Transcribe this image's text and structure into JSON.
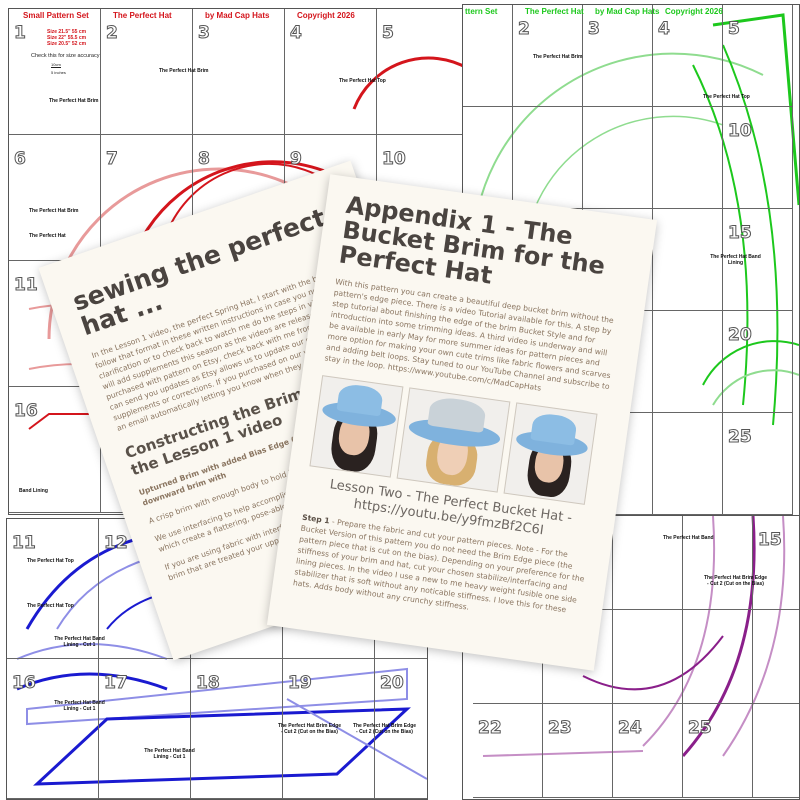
{
  "sheets": [
    {
      "id": "red",
      "color": "#d4151c",
      "light": "#e89a9a",
      "headers": [
        "Small  Pattern Set",
        "The Perfect Hat",
        "by Mad Cap Hats",
        "Copyright 2026"
      ],
      "sizes": [
        "Size 21.5\" 55 cm",
        "Size 22\" 55.5 cm",
        "Size 20.5\" 52 cm"
      ],
      "check": "Check this for size accuracy",
      "scale": [
        "10cm",
        "5 inches"
      ],
      "numbers": [
        "1",
        "2",
        "3",
        "4",
        "5",
        "6",
        "7",
        "8",
        "9",
        "10",
        "11",
        "",
        "",
        "",
        "",
        "16",
        "",
        "",
        "",
        ""
      ],
      "labels": [
        "The Perfect Hat Brim",
        "The Perfect Hat Top",
        "The Perfect Hat Brim",
        "The Perfect Hat",
        "The Perfect Hat Brim",
        "Band Lining"
      ]
    },
    {
      "id": "green",
      "color": "#1dc81d",
      "light": "#8fdc8f",
      "headers": [
        "ttern Set",
        "The Perfect Hat",
        "by Mad Cap Hats",
        "Copyright 2026"
      ],
      "numbers": [
        "",
        "2",
        "3",
        "4",
        "5",
        "",
        "",
        "",
        "",
        "10",
        "",
        "",
        "",
        "",
        "15",
        "",
        "",
        "",
        "",
        "20",
        "",
        "",
        "",
        "",
        "25"
      ],
      "labels": [
        "The Perfect Hat Brim",
        "The Perfect Hat Top",
        "The Perfect Hat Band Lining"
      ]
    },
    {
      "id": "blue",
      "color": "#1a1ad0",
      "light": "#8e8ee6",
      "numbers": [
        "11",
        "12",
        "",
        "",
        "",
        "16",
        "17",
        "18",
        "19",
        "20"
      ],
      "labels": [
        "The Perfect Hat Top",
        "The Perfect Hat Top",
        "The Perfect Hat Band Lining - Cut 1",
        "The Perfect Hat Band Lining - Cut 1",
        "The Perfect Hat Band Lining - Cut 1",
        "The Perfect Hat Brim Edge - Cut 2 (Cut on the Bias)",
        "The Perfect Hat Brim Edge - Cut 2 (Cut on the Bias)"
      ]
    },
    {
      "id": "purple",
      "color": "#8a1f8a",
      "light": "#c58ec5",
      "numbers": [
        "",
        "",
        "",
        "",
        "15",
        "",
        "",
        "",
        "",
        "",
        "22",
        "23",
        "24",
        "25"
      ],
      "labels": [
        "The Perfect Hat Band",
        "The Perfect Hat Brim Edge - Cut 2 (Cut on the Bias)"
      ]
    }
  ],
  "left_page": {
    "title": "sewing the perfect hat ...",
    "intro": "In the Lesson 1 video, the perfect Spring Hat, I start with the brim so let's follow that format in these written instructions in case you need more clarification or to check back to watch me do the steps in video format. I will add supplements this season as the videos are released so if you purchased with pattern on Etsy, check back with me from time to time so I can send you updates as Etsy allows us to update our digital patterns with supplements or corrections. If you purchased on our website, you will get an email automatically letting you know when they are available.",
    "heading": "Constructing the Brim – Starts on the Lesson 1 video",
    "sub": "Upturned Brim with added Bias Edge (Bucket Style - deep downward brim with",
    "p1": "A crisp brim with enough body to hold its",
    "p2": "We use interfacing to help accomplish the pattern pieces for the brim which create a flattering, pose-able",
    "p3": "If you are using fabric with interfacing. If the treated without the need for brim that are treated your upper brim as your upper sew in the the fi"
  },
  "appendix": {
    "title": "Appendix 1 - The Bucket Brim for the Perfect Hat",
    "intro": "With this pattern you can create a beautiful deep bucket brim without the pattern's edge piece. There is a video Tutorial available for this. A step by step tutorial about finishing the edge of the brim Bucket Style and for introduction into some trimming ideas. A third video is underway and will be available in early May for more summer ideas for pattern pieces and more option for making your own cute trims like fabric flowers and scarves and adding belt loops. Stay tuned to our YouTube Channel and subscribe to stay in the loop.   https://www.youtube.com/c/MadCapHats",
    "lesson": "Lesson Two - The Perfect Bucket Hat - https://youtu.be/y9fmzBf2C6I",
    "step_label": "Step 1",
    "step_text": " - Prepare the fabric and cut your pattern pieces. Note - For the Bucket Version of this pattern you do not need the Brim Edge piece (the pattern piece that is cut on the bias). Depending on your preference for the stiffness of your brim and hat, cut your chosen stabilize/interfacing and lining pieces. In the video I use a new to me heavy weight fusible one side stabilizer that is soft without any noticable stiffness. I love this for these hats. Adds body without any crunchy stiffness.",
    "hat_color": "#7fb2dd"
  }
}
